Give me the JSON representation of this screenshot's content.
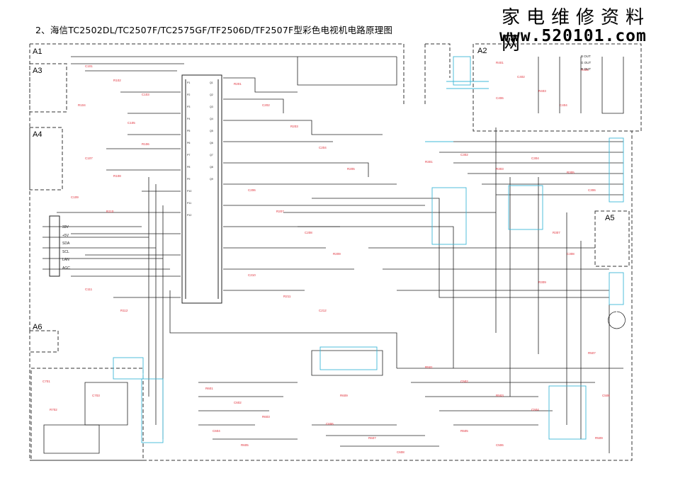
{
  "page": {
    "title": "2、海信TC2502DL/TC2507F/TC2575GF/TF2506D/TF2507F型彩色电视机电路原理图",
    "watermark_cn": "家电维修资料网",
    "watermark_url": "www.520101.com"
  },
  "blocks": {
    "a1": "A1",
    "a2": "A2",
    "a3": "A3",
    "a4": "A4",
    "a5": "A5",
    "a6": "A6"
  },
  "connector_pins": [
    "33V",
    "+5V",
    "SDA",
    "SCL",
    "LAN",
    "AGC"
  ],
  "output_labels": [
    "B OUT",
    "G OUT",
    "R OUT"
  ],
  "colors": {
    "line": "#222222",
    "component_label": "#e0303a",
    "ic_outline": "#3fb8d8",
    "dashed_border": "#333333"
  }
}
